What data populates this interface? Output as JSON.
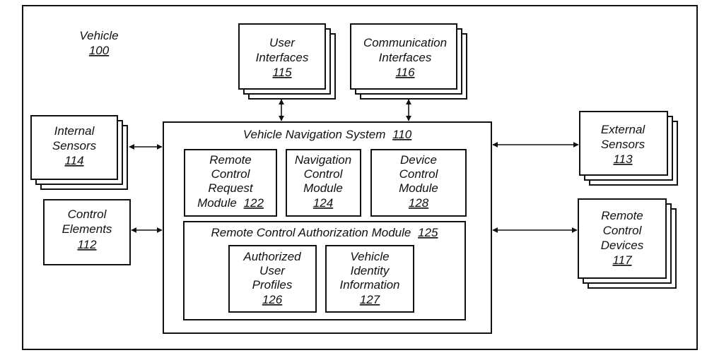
{
  "vehicle": {
    "title": "Vehicle",
    "ref": "100"
  },
  "user_interfaces": {
    "line1": "User",
    "line2": "Interfaces",
    "ref": "115"
  },
  "communication_interfaces": {
    "line1": "Communication",
    "line2": "Interfaces",
    "ref": "116"
  },
  "internal_sensors": {
    "line1": "Internal",
    "line2": "Sensors",
    "ref": "114"
  },
  "control_elements": {
    "line1": "Control",
    "line2": "Elements",
    "ref": "112"
  },
  "external_sensors": {
    "line1": "External",
    "line2": "Sensors",
    "ref": "113"
  },
  "remote_control_devices": {
    "line1": "Remote",
    "line2": "Control",
    "line3": "Devices",
    "ref": "117"
  },
  "navigation_system": {
    "title": "Vehicle Navigation System",
    "ref": "110"
  },
  "remote_control_request_module": {
    "line1": "Remote",
    "line2": "Control",
    "line3": "Request",
    "line4": "Module",
    "ref": "122"
  },
  "navigation_control_module": {
    "line1": "Navigation",
    "line2": "Control",
    "line3": "Module",
    "ref": "124"
  },
  "device_control_module": {
    "line1": "Device",
    "line2": "Control",
    "line3": "Module",
    "ref": "128"
  },
  "authorization_module": {
    "title": "Remote Control Authorization Module",
    "ref": "125"
  },
  "authorized_user_profiles": {
    "line1": "Authorized",
    "line2": "User",
    "line3": "Profiles",
    "ref": "126"
  },
  "vehicle_identity_information": {
    "line1": "Vehicle",
    "line2": "Identity",
    "line3": "Information",
    "ref": "127"
  }
}
